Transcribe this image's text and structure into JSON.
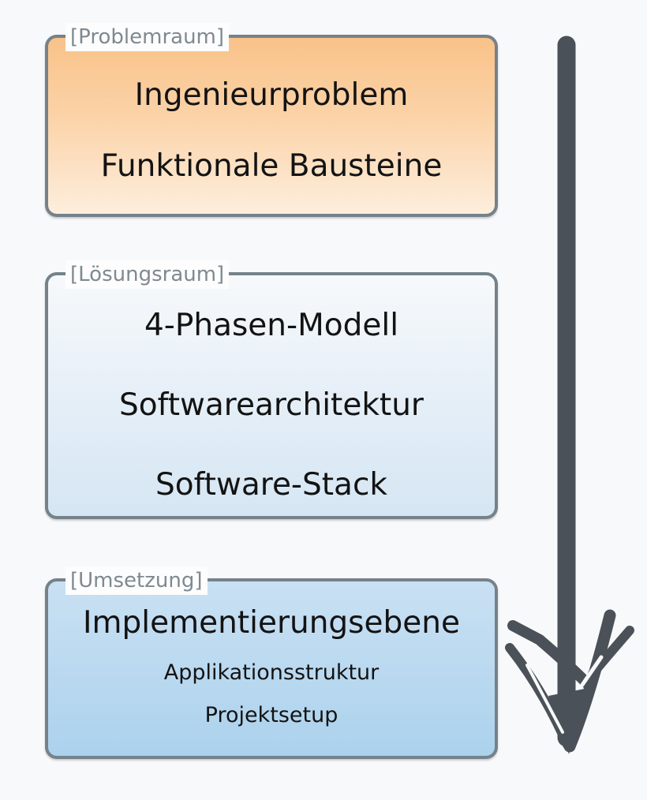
{
  "page": {
    "background": "#f8f9fa"
  },
  "diagram": {
    "border_color": "#75828a",
    "tag_text_color": "#7e8a90",
    "text_color": "#131313",
    "boxes": [
      {
        "tag": "[Problemraum]",
        "fill_top": "#f9c289",
        "fill_bottom": "#fdeedd",
        "items": [
          "Ingenieurproblem",
          "Funktionale Bausteine"
        ]
      },
      {
        "tag": "[Lösungsraum]",
        "fill_top": "#f7f9fb",
        "fill_bottom": "#d5e6f3",
        "items": [
          "4-Phasen-Modell",
          "Softwarearchitektur",
          "Software-Stack"
        ]
      },
      {
        "tag": "[Umsetzung]",
        "fill_top": "#c9e0f3",
        "fill_bottom": "#acd2ed",
        "items": [
          "Implementierungsebene",
          "Applikationsstruktur",
          "Projektsetup"
        ]
      }
    ],
    "arrow": {
      "icon": "down-arrow-icon",
      "direction": "down",
      "color": "#4b5158",
      "style": "hand-drawn arrowhead"
    }
  }
}
